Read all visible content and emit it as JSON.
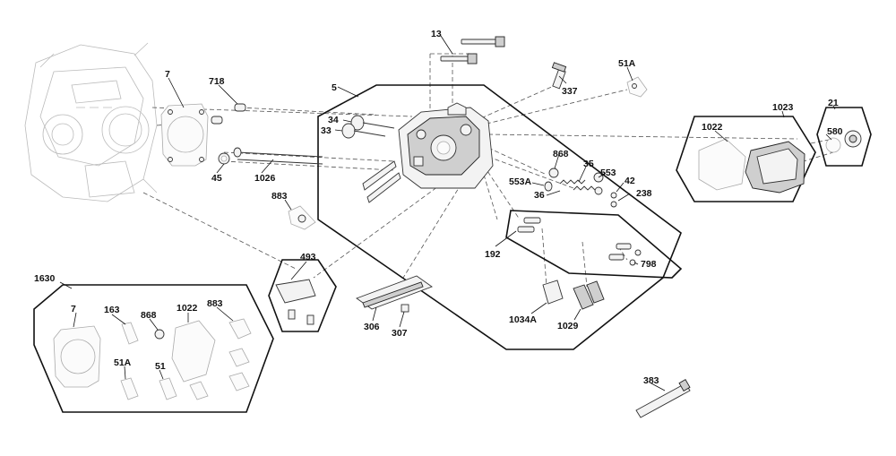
{
  "callouts": {
    "c13": "13",
    "c7_top": "7",
    "c718": "718",
    "c5": "5",
    "c34": "34",
    "c33": "33",
    "c337": "337",
    "c51A_top": "51A",
    "c1023": "1023",
    "c21": "21",
    "c1022_top": "1022",
    "c580": "580",
    "c868_top": "868",
    "c35": "35",
    "c553": "553",
    "c42": "42",
    "c553A": "553A",
    "c36": "36",
    "c238": "238",
    "c45": "45",
    "c1026": "1026",
    "c883_top": "883",
    "c192": "192",
    "c798": "798",
    "c493": "493",
    "c1630": "1630",
    "c7_kit": "7",
    "c163": "163",
    "c868_kit": "868",
    "c1022_kit": "1022",
    "c883_kit": "883",
    "c51A_kit": "51A",
    "c51": "51",
    "c306": "306",
    "c307": "307",
    "c1034A": "1034A",
    "c1029": "1029",
    "c383": "383"
  }
}
